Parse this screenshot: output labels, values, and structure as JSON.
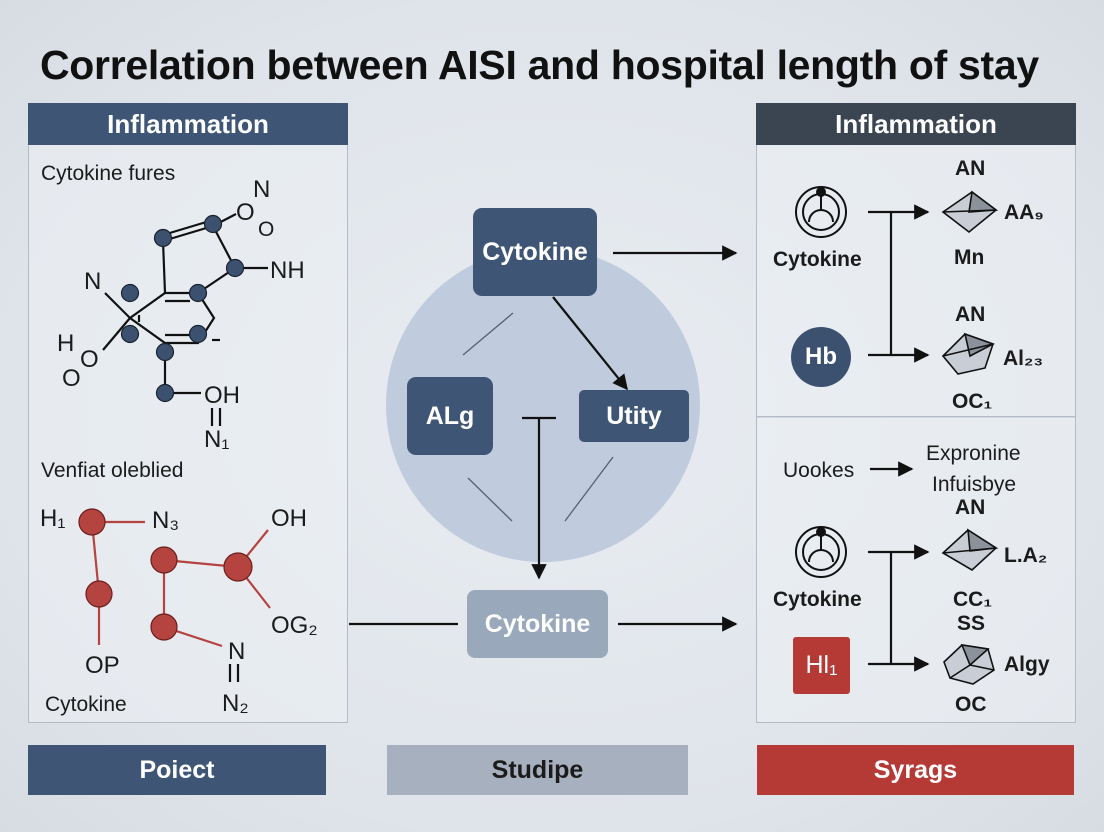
{
  "title": "Correlation between AISI and hospital length of stay",
  "left_panel": {
    "header": "Inflammation",
    "top_caption": "Cytokine fures",
    "molecule1": {
      "atoms": [
        "N",
        "O",
        "O",
        "NH",
        "N",
        "H",
        "O",
        "O",
        "OH",
        "N₁"
      ]
    },
    "mid_caption": "Venfiat oleblied",
    "molecule2": {
      "atoms": [
        "H₁",
        "N₃",
        "OH",
        "OG₂",
        "OP",
        "N",
        "N₂"
      ],
      "caption": "Cytokine"
    }
  },
  "center": {
    "top_box": "Cytokine",
    "left_box": "ALg",
    "right_box": "Utity",
    "bottom_box": "Cytokine"
  },
  "right_panel": {
    "header": "Inflammation",
    "upper": {
      "icon1_label": "Cytokine",
      "crystal1": {
        "top": "AN",
        "right": "AA₉",
        "bottom": "Mn"
      },
      "badge": "Hb",
      "crystal2": {
        "top": "AN",
        "right": "Al₂₃",
        "bottom": "OC₁"
      }
    },
    "lower": {
      "left_text": "Uookes",
      "right_text_line1": "Expronine",
      "right_text_line2": "Infuisbye",
      "crystal3": {
        "top": "AN",
        "right": "L.A₂",
        "bottom": "CC₁"
      },
      "icon2_label": "Cytokine",
      "badge": "Hl₁",
      "crystal4": {
        "top": "SS",
        "right": "Algy",
        "bottom": "OC"
      }
    }
  },
  "bottom_bar": {
    "left": "Poiect",
    "center": "Studipe",
    "right": "Syrags"
  },
  "colors": {
    "navy": "#3f5576",
    "dark_slate": "#3b4552",
    "red": "#b53a36",
    "grey_blue": "#9aa8bb",
    "circle_fill": "#b8c6da",
    "node_navy": "#3c5070",
    "node_red": "#b54340"
  }
}
